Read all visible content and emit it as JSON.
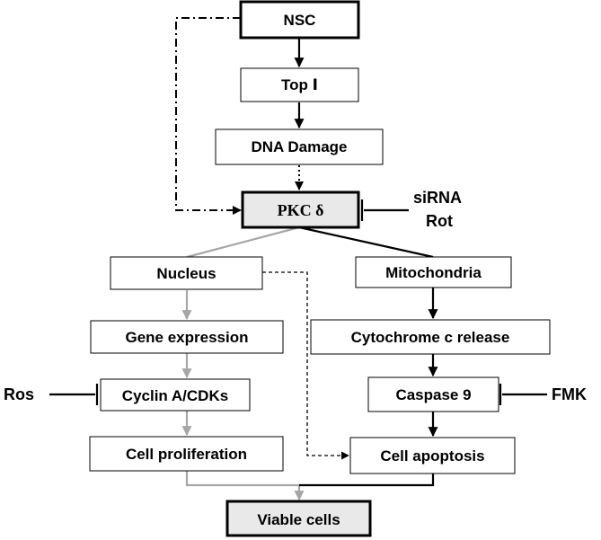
{
  "nodes": {
    "nsc": "NSC",
    "top1": "Top Ⅰ",
    "dna_damage": "DNA Damage",
    "pkc": "PKC δ",
    "nucleus": "Nucleus",
    "mitochondria": "Mitochondria",
    "gene_expression": "Gene expression",
    "cytochrome": "Cytochrome c release",
    "cyclin": "Cyclin A/CDKs",
    "caspase": "Caspase 9",
    "proliferation": "Cell proliferation",
    "apoptosis": "Cell apoptosis",
    "viable": "Viable cells"
  },
  "inhibitors": {
    "sirna": "siRNA",
    "rot": "Rot",
    "ros": "Ros",
    "fmk": "FMK"
  },
  "colors": {
    "black_arrow": "#000000",
    "gray_arrow": "#a6a6a6",
    "shaded_box": "#e9e9e9"
  }
}
